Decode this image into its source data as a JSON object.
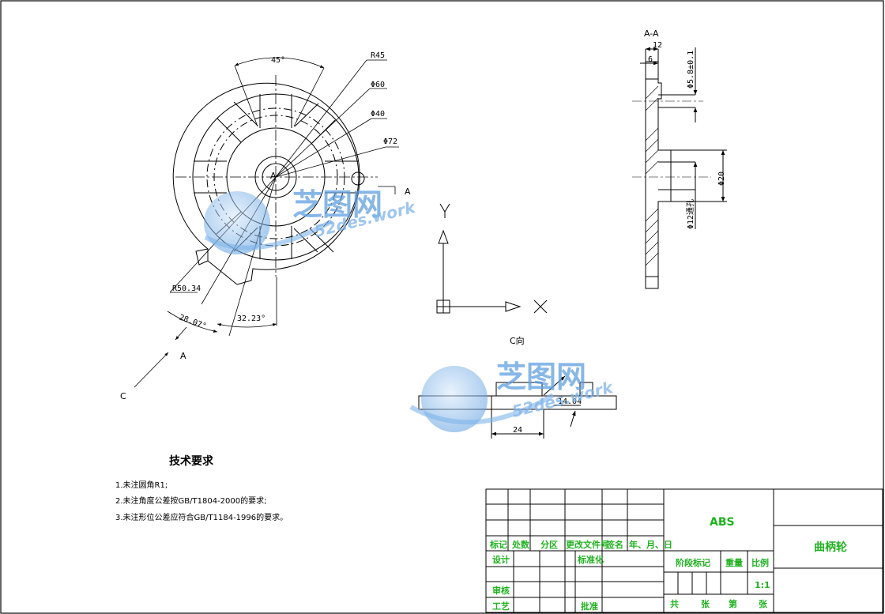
{
  "front_view": {
    "dims": {
      "angle_top": "45°",
      "r45": "R45",
      "d60": "Φ60",
      "d40": "Φ40",
      "d72": "Φ72",
      "r50": "R50.34",
      "angle_a": "28.07°",
      "angle_b": "32.23°"
    },
    "labels": {
      "center": "A",
      "section_arrow_right": "A",
      "section_arrow_bottom": "A",
      "view_c": "C"
    }
  },
  "axes": {
    "y": "Y",
    "x": "X"
  },
  "section_view": {
    "title": "A-A",
    "dims": {
      "w12": "12",
      "w6": "6",
      "d58": "Φ5.8±0.1",
      "d20": "Φ20",
      "d12": "Φ12通孔"
    }
  },
  "c_view": {
    "title": "C向",
    "dims": {
      "w14": "14.04",
      "w24": "24"
    }
  },
  "watermark": {
    "brand": "芝图网",
    "url": "52des.work"
  },
  "requirements": {
    "title": "技术要求",
    "items": [
      "1.未注圆角R1;",
      "2.未注角度公差按GB/T1804-2000的要求;",
      "3.未注形位公差应符合GB/T1184-1996的要求。"
    ]
  },
  "title_block": {
    "material": "ABS",
    "part_name": "曲柄轮",
    "header_row": [
      "标记",
      "处数",
      "分区",
      "更改文件号",
      "签名",
      "年、月、日"
    ],
    "design": "设计",
    "standardize": "标准化",
    "review": "审核",
    "process": "工艺",
    "approve": "批准",
    "stage_mark": "阶段标记",
    "weight": "重量",
    "scale_label": "比例",
    "scale_value": "1:1",
    "sheets": [
      "共",
      "张",
      "第",
      "张"
    ]
  },
  "colors": {
    "green": "#1fb21f",
    "watermark_blue": "#5f9fe0"
  }
}
